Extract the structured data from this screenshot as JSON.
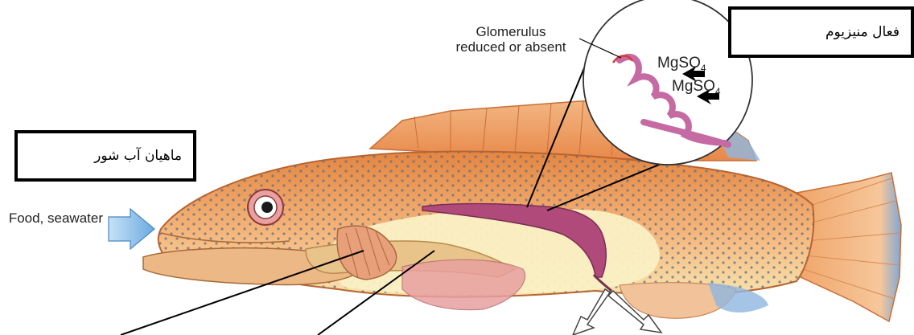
{
  "labels": {
    "glomerulus": "Glomerulus reduced or absent",
    "food": "Food, seawater",
    "mgso4_1": "MgSO",
    "mgso4_1_sub": "4",
    "mgso4_2": "MgSO",
    "mgso4_2_sub": "4"
  },
  "overlays": {
    "magnesium_active": "فعال منیزیوم",
    "saltwater_fish": "ماهیان آب شور"
  },
  "colors": {
    "body": "#f2a96a",
    "belly": "#f8e8b0",
    "spots": "#5c6f8a",
    "fin_tip": "#7fa7d6",
    "kidney": "#b04a7a",
    "tubule": "#c56aa2",
    "arrow_blue": "#8dc0e8"
  }
}
